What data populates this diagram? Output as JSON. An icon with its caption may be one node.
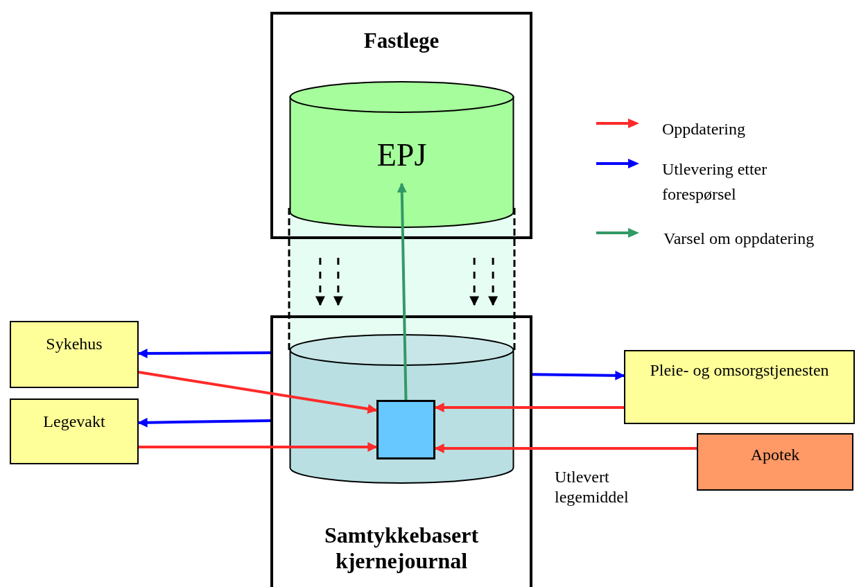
{
  "diagram": {
    "nodes": [
      {
        "text": [
          "Fastlege"
        ]
      },
      {
        "text": [
          "EPJ"
        ],
        "in": 0
      },
      {
        "text": [
          "Samtykkebasert kjernejournal"
        ]
      },
      {
        "text": [],
        "shape": "cylinder",
        "in": 2
      },
      {
        "text": [],
        "shape": "box",
        "in": 3
      },
      {
        "text": [
          "Sykehus"
        ]
      },
      {
        "text": [
          "Legevakt"
        ]
      },
      {
        "text": [
          "Pleie- og omsorgstjenesten"
        ]
      },
      {
        "text": [
          "Apotek"
        ]
      }
    ],
    "edges": [
      {
        "from": 2,
        "to": 5,
        "arrow": "to",
        "color": "#0000ff"
      },
      {
        "from": 5,
        "to": 4,
        "arrow": "to",
        "color": "#ff2a2a"
      },
      {
        "from": 2,
        "to": 6,
        "arrow": "to",
        "color": "#0000ff"
      },
      {
        "from": 6,
        "to": 4,
        "arrow": "to",
        "color": "#ff2a2a"
      },
      {
        "from": 2,
        "to": 7,
        "arrow": "to",
        "color": "#0000ff"
      },
      {
        "from": 7,
        "to": 4,
        "arrow": "to",
        "color": "#ff2a2a"
      },
      {
        "from": 8,
        "to": 4,
        "arrow": "to",
        "color": "#ff2a2a",
        "label": "Utlevert legemiddel"
      },
      {
        "from": 4,
        "to": 1,
        "arrow": "to",
        "color": "#339966"
      },
      {
        "from": 1,
        "to": 3,
        "arrow": "to",
        "style": "dashed",
        "color": "#000000"
      },
      {
        "from": 1,
        "to": 3,
        "arrow": "to",
        "style": "dashed",
        "color": "#000000"
      },
      {
        "from": 1,
        "to": 3,
        "arrow": "to",
        "style": "dashed",
        "color": "#000000"
      },
      {
        "from": 1,
        "to": 3,
        "arrow": "to",
        "style": "dashed",
        "color": "#000000"
      }
    ],
    "legend": [
      {
        "text": "Oppdatering"
      },
      {
        "text": "Utlevering etter forespørsel"
      },
      {
        "text": "Varsel om oppdatering"
      }
    ]
  }
}
